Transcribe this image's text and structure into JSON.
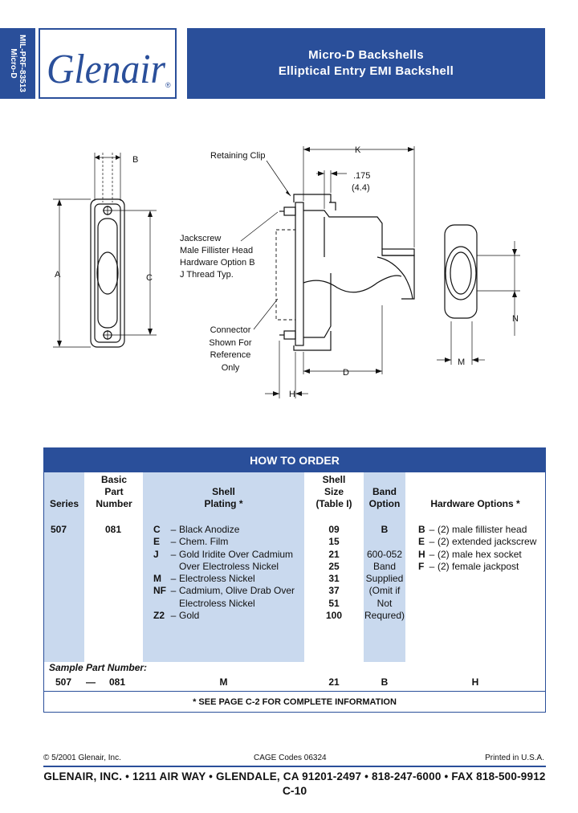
{
  "header": {
    "side_tab_line1": "MIL-PRF-83513",
    "side_tab_line2": "Micro-D",
    "logo_text": "Glenair",
    "logo_mark": "®",
    "title_line1": "Micro-D  Backshells",
    "title_line2": "Elliptical  Entry  EMI  Backshell"
  },
  "drawing": {
    "labels": {
      "b": "B",
      "a": "A",
      "c": "C",
      "retaining_clip": "Retaining Clip",
      "k": "K",
      "dim_175": ".175",
      "dim_44": "(4.4)",
      "jackscrew_1": "Jackscrew",
      "jackscrew_2": "Male Fillister Head",
      "jackscrew_3": "Hardware Option B",
      "jackscrew_4": "J Thread Typ.",
      "connector_1": "Connector",
      "connector_2": "Shown For",
      "connector_3": "Reference",
      "connector_4": "Only",
      "d": "D",
      "h": "H",
      "n": "N",
      "m": "M"
    }
  },
  "order": {
    "title": "HOW TO ORDER",
    "headers": {
      "series": "Series",
      "basic_1": "Basic",
      "basic_2": "Part",
      "basic_3": "Number",
      "plating_1": "Shell",
      "plating_2": "Plating *",
      "size_1": "Shell",
      "size_2": "Size",
      "size_3": "(Table I)",
      "band_1": "Band",
      "band_2": "Option",
      "hardware": "Hardware Options *"
    },
    "series_value": "507",
    "basic_value": "081",
    "plating": [
      {
        "code": "C",
        "dash": "–",
        "desc": "Black Anodize"
      },
      {
        "code": "E",
        "dash": "–",
        "desc": "Chem. Film"
      },
      {
        "code": "J",
        "dash": "–",
        "desc": "Gold Iridite Over Cadmium"
      },
      {
        "code": "",
        "dash": "",
        "desc": "Over Electroless Nickel"
      },
      {
        "code": "M",
        "dash": "–",
        "desc": "Electroless Nickel"
      },
      {
        "code": "NF",
        "dash": "–",
        "desc": "Cadmium, Olive Drab Over"
      },
      {
        "code": "",
        "dash": "",
        "desc": "Electroless Nickel"
      },
      {
        "code": "Z2",
        "dash": "–",
        "desc": "Gold"
      }
    ],
    "sizes": [
      "09",
      "15",
      "21",
      "25",
      "31",
      "37",
      "51",
      "100"
    ],
    "band": [
      "B",
      "",
      "600-052",
      "Band",
      "Supplied",
      "(Omit if",
      "Not",
      "Requred)"
    ],
    "hardware": [
      {
        "code": "B",
        "dash": "–",
        "desc": "(2) male fillister head"
      },
      {
        "code": "E",
        "dash": "–",
        "desc": "(2) extended jackscrew"
      },
      {
        "code": "H",
        "dash": "–",
        "desc": "(2) male hex socket"
      },
      {
        "code": "F",
        "dash": "–",
        "desc": "(2) female jackpost"
      }
    ],
    "sample": {
      "label": "Sample Part Number:",
      "series": "507",
      "sep": "—",
      "basic": "081",
      "plating": "M",
      "size": "21",
      "band": "B",
      "hardware": "H"
    },
    "note": "* SEE PAGE C-2 FOR COMPLETE INFORMATION"
  },
  "footer": {
    "copyright": "© 5/2001 Glenair, Inc.",
    "cage": "CAGE Codes 06324",
    "printed": "Printed in U.S.A.",
    "address": "GLENAIR, INC. • 1211 AIR WAY • GLENDALE, CA 91201-2497 • 818-247-6000 • FAX 818-500-9912",
    "page": "C-10"
  },
  "colors": {
    "brand_blue": "#2a4f9a",
    "band_blue": "#c9d9ee"
  }
}
